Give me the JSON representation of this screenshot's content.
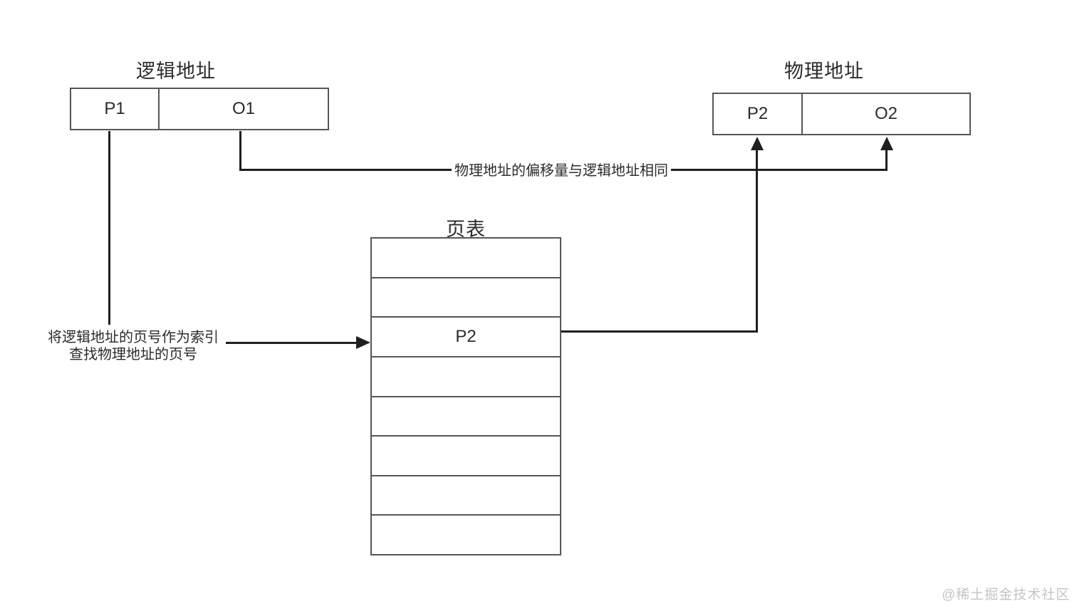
{
  "diagram": {
    "logical_address": {
      "title": "逻辑地址",
      "cells": [
        {
          "label": "P1"
        },
        {
          "label": "O1"
        }
      ]
    },
    "physical_address": {
      "title": "物理地址",
      "cells": [
        {
          "label": "P2"
        },
        {
          "label": "O2"
        }
      ]
    },
    "page_table": {
      "title": "页表",
      "rows": [
        "",
        "",
        "P2",
        "",
        "",
        "",
        "",
        ""
      ]
    },
    "annotations": {
      "offset_note": "物理地址的偏移量与逻辑地址相同",
      "index_note_line1": "将逻辑地址的页号作为索引",
      "index_note_line2": "查找物理地址的页号"
    },
    "watermark": "@稀土掘金技术社区",
    "colors": {
      "line": "#1f1f1f",
      "box_border": "#565656",
      "text": "#2b2b2b",
      "watermark": "#c4c4c4"
    }
  }
}
